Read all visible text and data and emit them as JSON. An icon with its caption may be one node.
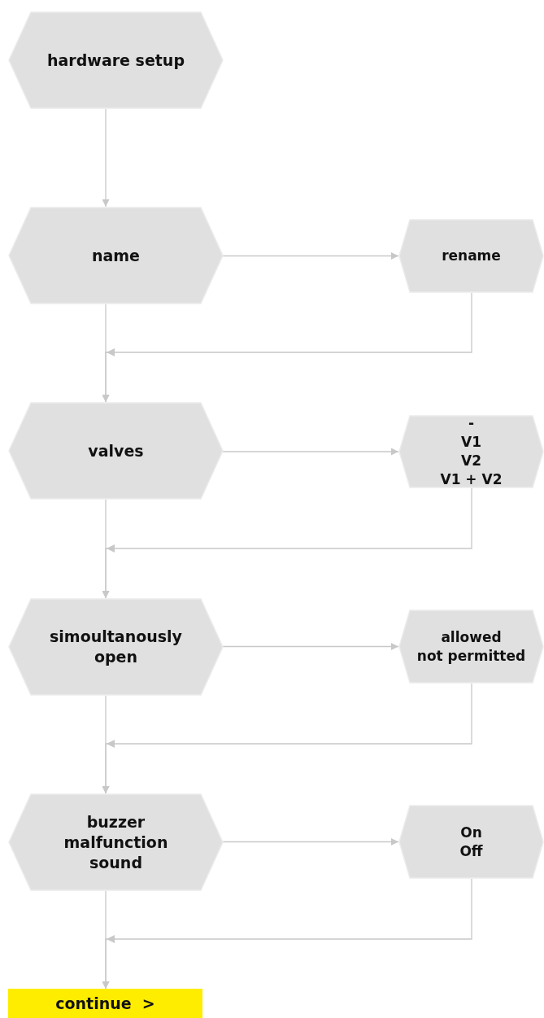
{
  "diagram": {
    "nodes": [
      {
        "text": [
          "hardware setup"
        ]
      },
      {
        "text": [
          "name"
        ]
      },
      {
        "text": [
          "rename"
        ]
      },
      {
        "text": [
          "valves"
        ]
      },
      {
        "text": [
          "-",
          "V1",
          "V2",
          "V1 + V2"
        ]
      },
      {
        "text": [
          "simoultanously open"
        ]
      },
      {
        "text": [
          "allowed",
          "not permitted"
        ]
      },
      {
        "text": [
          "buzzer malfunction sound"
        ]
      },
      {
        "text": [
          "On",
          "Off"
        ]
      },
      {
        "text": [
          "continue  >"
        ]
      }
    ],
    "edges": [
      {
        "from": 0,
        "to": 1,
        "arrow": "to"
      },
      {
        "from": 1,
        "to": 2,
        "arrow": "to"
      },
      {
        "from": 1,
        "to": 3,
        "arrow": "to"
      },
      {
        "from": 2,
        "to": 3,
        "arrow": "to"
      },
      {
        "from": 3,
        "to": 4,
        "arrow": "to"
      },
      {
        "from": 3,
        "to": 5,
        "arrow": "to"
      },
      {
        "from": 4,
        "to": 5,
        "arrow": "to"
      },
      {
        "from": 5,
        "to": 6,
        "arrow": "to"
      },
      {
        "from": 5,
        "to": 7,
        "arrow": "to"
      },
      {
        "from": 6,
        "to": 7,
        "arrow": "to"
      },
      {
        "from": 7,
        "to": 8,
        "arrow": "to"
      },
      {
        "from": 7,
        "to": 9,
        "arrow": "to"
      },
      {
        "from": 8,
        "to": 9,
        "arrow": "to"
      }
    ]
  }
}
